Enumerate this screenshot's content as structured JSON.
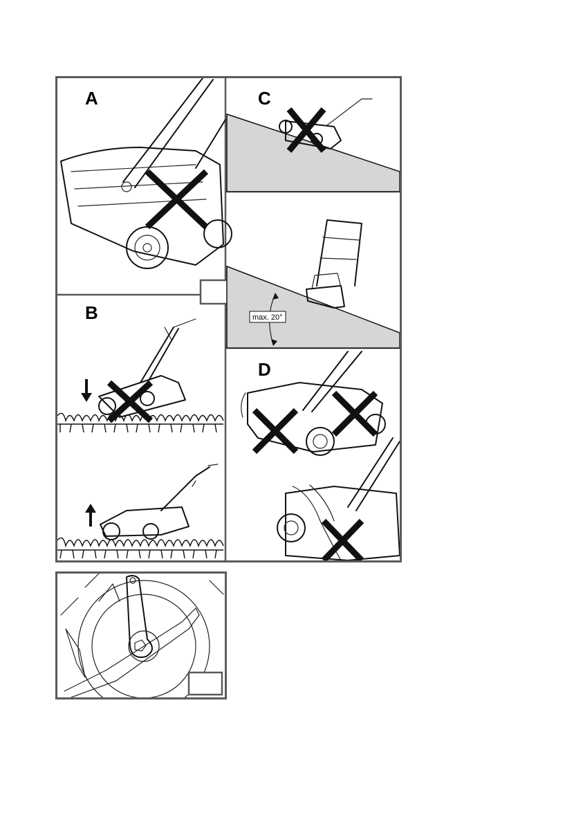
{
  "panels": {
    "a": {
      "label": "A"
    },
    "b": {
      "label": "B"
    },
    "c": {
      "label": "C",
      "angle_label": "max. 20°"
    },
    "d": {
      "label": "D"
    }
  },
  "figure_boxes": {
    "main": "",
    "bottom": ""
  },
  "colors": {
    "frame": "#5a5a5a",
    "slope_fill": "#d6d6d6",
    "ink": "#111111"
  }
}
